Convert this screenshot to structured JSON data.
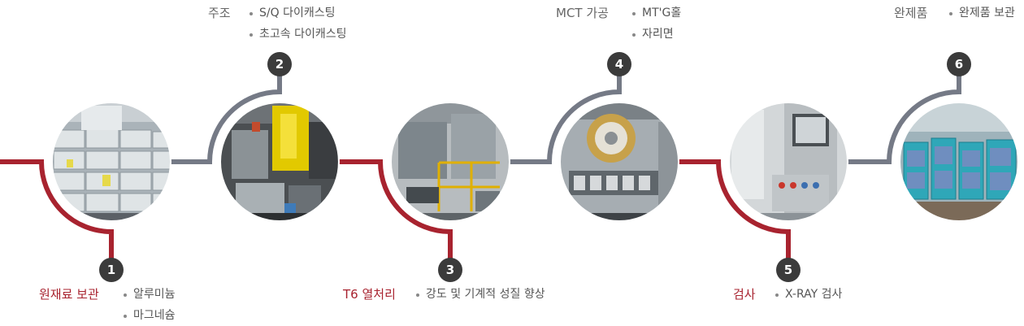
{
  "steps": [
    {
      "num": "1",
      "title": "원재료 보관",
      "items": [
        "알루미늄",
        "마그네슘"
      ],
      "color": "#a8232f"
    },
    {
      "num": "2",
      "title": "주조",
      "items": [
        "S/Q 다이캐스팅",
        "초고속 다이캐스팅"
      ],
      "color": "#757a86"
    },
    {
      "num": "3",
      "title": "T6 열처리",
      "items": [
        "강도 및 기계적 성질 향상"
      ],
      "color": "#a8232f"
    },
    {
      "num": "4",
      "title": "MCT 가공",
      "items": [
        "MT'G홀",
        "자리면"
      ],
      "color": "#757a86"
    },
    {
      "num": "5",
      "title": "검사",
      "items": [
        "X-RAY 검사"
      ],
      "color": "#a8232f"
    },
    {
      "num": "6",
      "title": "완제품",
      "items": [
        "완제품 보관"
      ],
      "color": "#757a86"
    }
  ],
  "photos": [
    {
      "name": "aluminum-ingot-stacks-photo"
    },
    {
      "name": "die-casting-machine-photo"
    },
    {
      "name": "heat-treatment-furnace-photo"
    },
    {
      "name": "mct-machining-center-photo"
    },
    {
      "name": "x-ray-inspection-machine-photo"
    },
    {
      "name": "finished-products-storage-photo"
    }
  ]
}
